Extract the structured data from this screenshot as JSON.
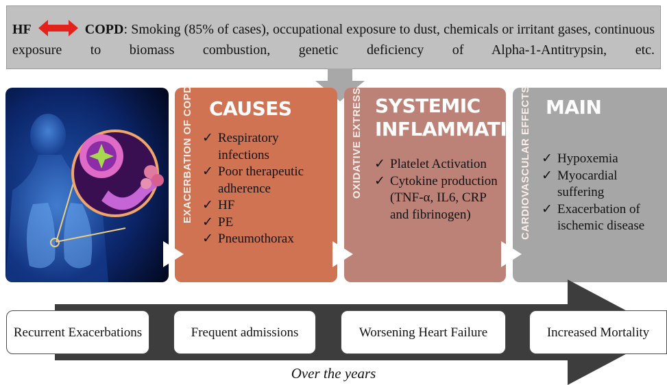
{
  "banner": {
    "left_term": "HF",
    "right_term": "COPD",
    "description": ": Smoking (85% of cases), occupational exposure to dust, chemicals or irritant gases, continuous exposure to biomass combustion, genetic deficiency of Alpha-1-Antitrypsin, etc.",
    "arrow_color": "#e3221b"
  },
  "cards": [
    {
      "side_label": "EXACERBATION OF COPD",
      "heading_lines": [
        "CAUSES"
      ],
      "items": [
        "Respiratory infections",
        "Poor therapeutic adherence",
        "HF",
        "PE",
        "Pneumothorax"
      ],
      "color": "#d07353"
    },
    {
      "side_label": "OXIDATIVE EXTRESS",
      "heading_lines": [
        "SYSTEMIC",
        "INFLAMMATION"
      ],
      "items": [
        "Platelet Activation",
        "Cytokine production (TNF-α, IL6, CRP and fibrinogen)"
      ],
      "color": "#bd8277"
    },
    {
      "side_label": "CARDIOVASCULAR EFFECTS",
      "heading_lines": [
        "MAIN"
      ],
      "items": [
        "Hypoxemia",
        "Myocardial suffering",
        "Exacerbation of ischemic disease"
      ],
      "color": "#a6a6a6"
    }
  ],
  "checkmark": "✓",
  "outcomes": [
    "Recurrent Exacerbations",
    "Frequent admissions",
    "Worsening Heart Failure",
    "Increased Mortality"
  ],
  "footer": "Over the years"
}
